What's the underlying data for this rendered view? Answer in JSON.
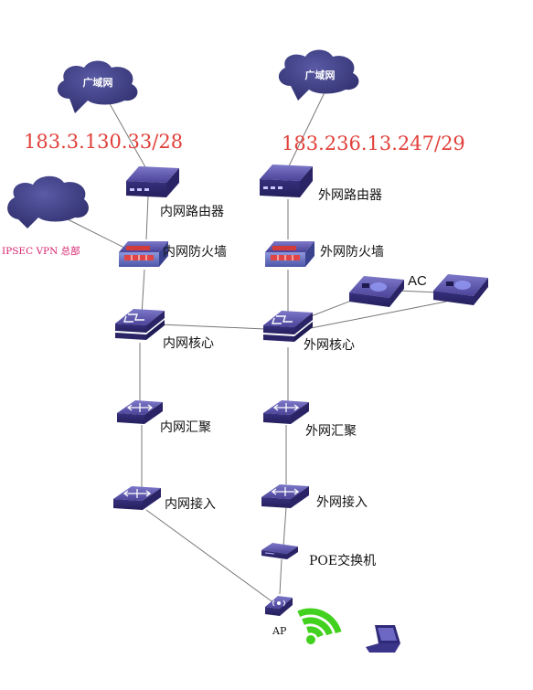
{
  "clouds": {
    "wan_inner": "广域网",
    "wan_outer": "广域网"
  },
  "ips": {
    "inner": "183.3.130.33/28",
    "outer": "183.236.13.247/29"
  },
  "vpn_label": "IPSEC VPN 总部",
  "devices": {
    "inner_router": "内网路由器",
    "outer_router": "外网路由器",
    "inner_firewall": "内网防火墙",
    "outer_firewall": "外网防火墙",
    "inner_core": "内网核心",
    "outer_core": "外网核心",
    "inner_aggregation": "内网汇聚",
    "outer_aggregation": "外网汇聚",
    "inner_access": "内网接入",
    "outer_access": "外网接入",
    "poe_switch": "POE交换机",
    "ap": "AP",
    "ac": "AC"
  },
  "colors": {
    "device": "#3f3a8f",
    "cloud": "#40407f",
    "ip_text": "#e0403a",
    "vpn_text": "#d6246e",
    "wifi": "#43d11f"
  }
}
